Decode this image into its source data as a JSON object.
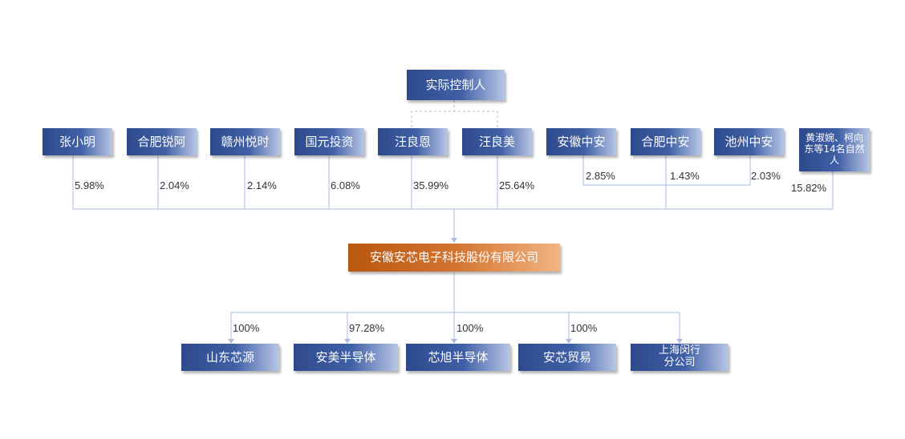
{
  "diagram": {
    "controller": "实际控制人",
    "shareholders": [
      {
        "name": "张小明",
        "pct": "5.98%"
      },
      {
        "name": "合肥锐阿",
        "pct": "2.04%"
      },
      {
        "name": "赣州悦时",
        "pct": "2.14%"
      },
      {
        "name": "国元投资",
        "pct": "6.08%"
      },
      {
        "name": "汪良恩",
        "pct": "35.99%"
      },
      {
        "name": "汪良美",
        "pct": "25.64%"
      },
      {
        "name": "安徽中安",
        "pct": "2.85%"
      },
      {
        "name": "合肥中安",
        "pct": "1.43%"
      },
      {
        "name": "池州中安",
        "pct": "2.03%"
      },
      {
        "name": "黄淑婉、柯向东等14名自然人",
        "pct": "15.82%"
      }
    ],
    "company": "安徽安芯电子科技股份有限公司",
    "subsidiaries": [
      {
        "name": "山东芯源",
        "pct": "100%"
      },
      {
        "name": "安美半导体",
        "pct": "97.28%"
      },
      {
        "name": "芯旭半导体",
        "pct": "100%"
      },
      {
        "name": "安芯贸易",
        "pct": "100%"
      },
      {
        "name": "上海闵行分公司",
        "pct": ""
      }
    ],
    "colors": {
      "box_blue": "#2e4a8c",
      "box_orange": "#b8570e",
      "connector": "#a9bde0"
    }
  }
}
